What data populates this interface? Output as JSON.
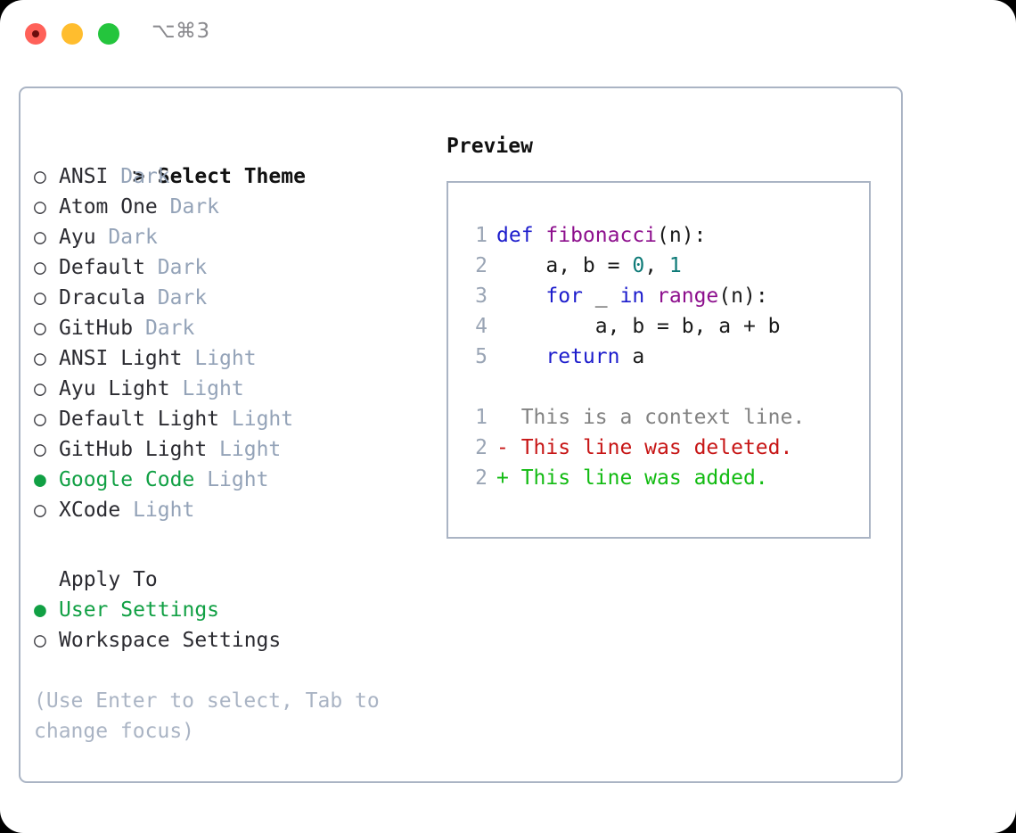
{
  "window": {
    "shortcut_label": "⌥⌘3",
    "traffic_lights": [
      "close-red",
      "minimize-yellow",
      "maximize-green"
    ]
  },
  "theme_panel": {
    "header_caret": ">",
    "header_label": "Select Theme",
    "bullet_unselected": "○",
    "bullet_selected": "●",
    "items": [
      {
        "name": "ANSI",
        "tag": "Dark",
        "selected": false
      },
      {
        "name": "Atom One",
        "tag": "Dark",
        "selected": false
      },
      {
        "name": "Ayu",
        "tag": "Dark",
        "selected": false
      },
      {
        "name": "Default",
        "tag": "Dark",
        "selected": false
      },
      {
        "name": "Dracula",
        "tag": "Dark",
        "selected": false
      },
      {
        "name": "GitHub",
        "tag": "Dark",
        "selected": false
      },
      {
        "name": "ANSI Light",
        "tag": "Light",
        "selected": false
      },
      {
        "name": "Ayu Light",
        "tag": "Light",
        "selected": false
      },
      {
        "name": "Default Light",
        "tag": "Light",
        "selected": false
      },
      {
        "name": "GitHub Light",
        "tag": "Light",
        "selected": false
      },
      {
        "name": "Google Code",
        "tag": "Light",
        "selected": true
      },
      {
        "name": "XCode",
        "tag": "Light",
        "selected": false
      }
    ]
  },
  "apply_to": {
    "label": "Apply To",
    "options": [
      {
        "name": "User Settings",
        "selected": true
      },
      {
        "name": "Workspace Settings",
        "selected": false
      }
    ]
  },
  "hint": "(Use Enter to select, Tab to change focus)",
  "preview": {
    "title": "Preview",
    "code_lines": [
      {
        "number": "1",
        "tokens": [
          {
            "t": "def ",
            "c": "kw"
          },
          {
            "t": "fibonacci",
            "c": "fn"
          },
          {
            "t": "(n):",
            "c": "pl"
          }
        ]
      },
      {
        "number": "2",
        "tokens": [
          {
            "t": "    a, b = ",
            "c": "pl"
          },
          {
            "t": "0",
            "c": "num"
          },
          {
            "t": ", ",
            "c": "pl"
          },
          {
            "t": "1",
            "c": "num"
          }
        ]
      },
      {
        "number": "3",
        "tokens": [
          {
            "t": "    for ",
            "c": "kw"
          },
          {
            "t": "_ ",
            "c": "pl"
          },
          {
            "t": "in ",
            "c": "kw"
          },
          {
            "t": "range",
            "c": "fn"
          },
          {
            "t": "(n):",
            "c": "pl"
          }
        ]
      },
      {
        "number": "4",
        "tokens": [
          {
            "t": "        a, b = b, a + b",
            "c": "pl"
          }
        ]
      },
      {
        "number": "5",
        "tokens": [
          {
            "t": "    return ",
            "c": "kw"
          },
          {
            "t": "a",
            "c": "pl"
          }
        ]
      }
    ],
    "diff_lines": [
      {
        "number": "1",
        "marker": "  ",
        "text": "This is a context line.",
        "kind": "ctx"
      },
      {
        "number": "2",
        "marker": "- ",
        "text": "This line was deleted.",
        "kind": "del"
      },
      {
        "number": "2",
        "marker": "+ ",
        "text": "This line was added.",
        "kind": "add"
      }
    ]
  },
  "colors": {
    "accent_green": "#11a044",
    "tag_gray": "#94a3b8",
    "border": "#aab4c4",
    "keyword_blue": "#1c1ccc",
    "function_purple": "#8d0f8d",
    "number_teal": "#0e7a77",
    "diff_deleted_red": "#c71616",
    "diff_added_green": "#12bb12",
    "line_number_gray": "#9aa5b5",
    "traffic_red": "#ff6159",
    "traffic_yellow": "#ffbd2e",
    "traffic_green": "#24c53d"
  }
}
